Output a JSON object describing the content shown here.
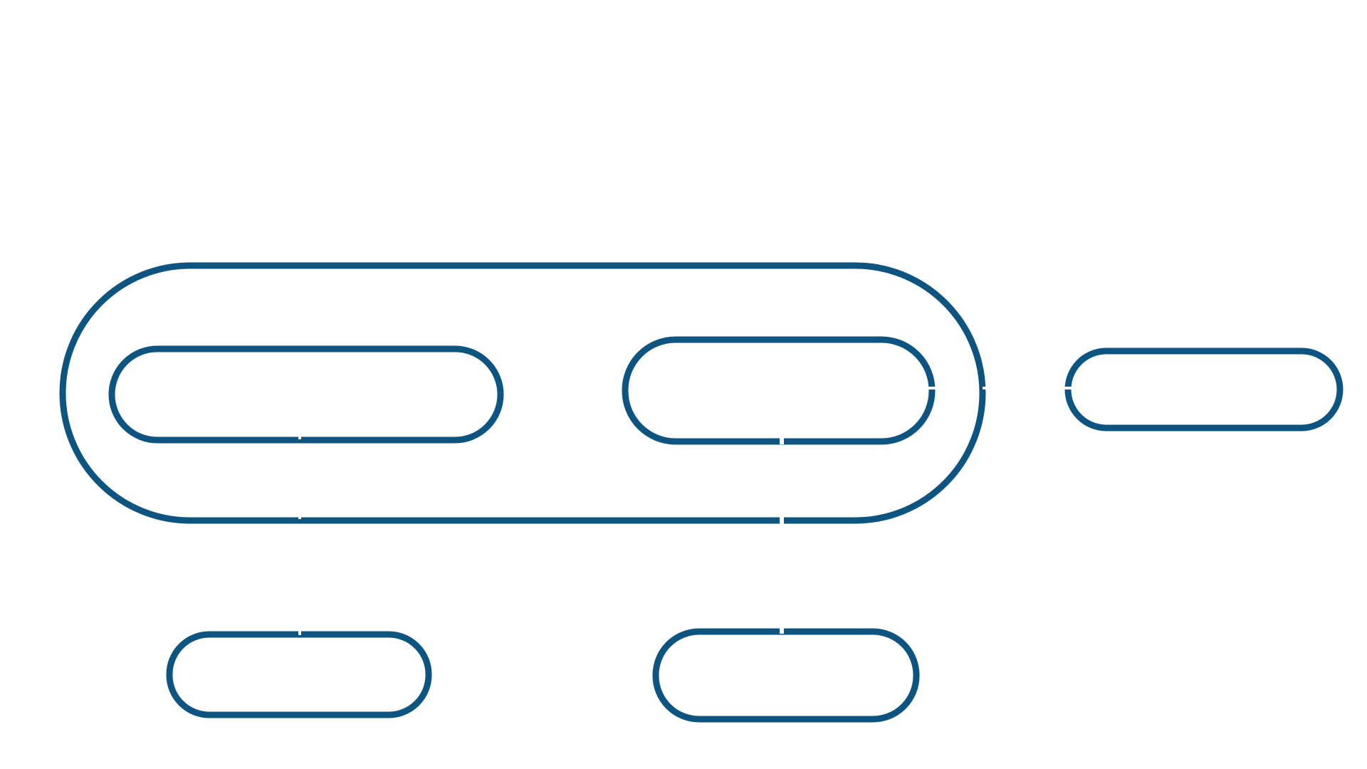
{
  "diagram": {
    "type": "nested-pill-nodes",
    "stroke_color": "#0d5580",
    "background_color": "#ffffff",
    "nodes": [
      {
        "id": "outer-group",
        "label": "",
        "shape": "pill",
        "children": [
          "inner-left",
          "inner-right"
        ]
      },
      {
        "id": "inner-left",
        "label": "",
        "shape": "pill",
        "parent": "outer-group"
      },
      {
        "id": "inner-right",
        "label": "",
        "shape": "pill",
        "parent": "outer-group"
      },
      {
        "id": "right-node",
        "label": "",
        "shape": "pill"
      },
      {
        "id": "bottom-left",
        "label": "",
        "shape": "pill"
      },
      {
        "id": "bottom-right",
        "label": "",
        "shape": "pill"
      }
    ],
    "connections": [
      {
        "from": "inner-left",
        "to": "bottom-left"
      },
      {
        "from": "inner-right",
        "to": "bottom-right"
      },
      {
        "from": "inner-right",
        "to": "right-node"
      }
    ]
  }
}
